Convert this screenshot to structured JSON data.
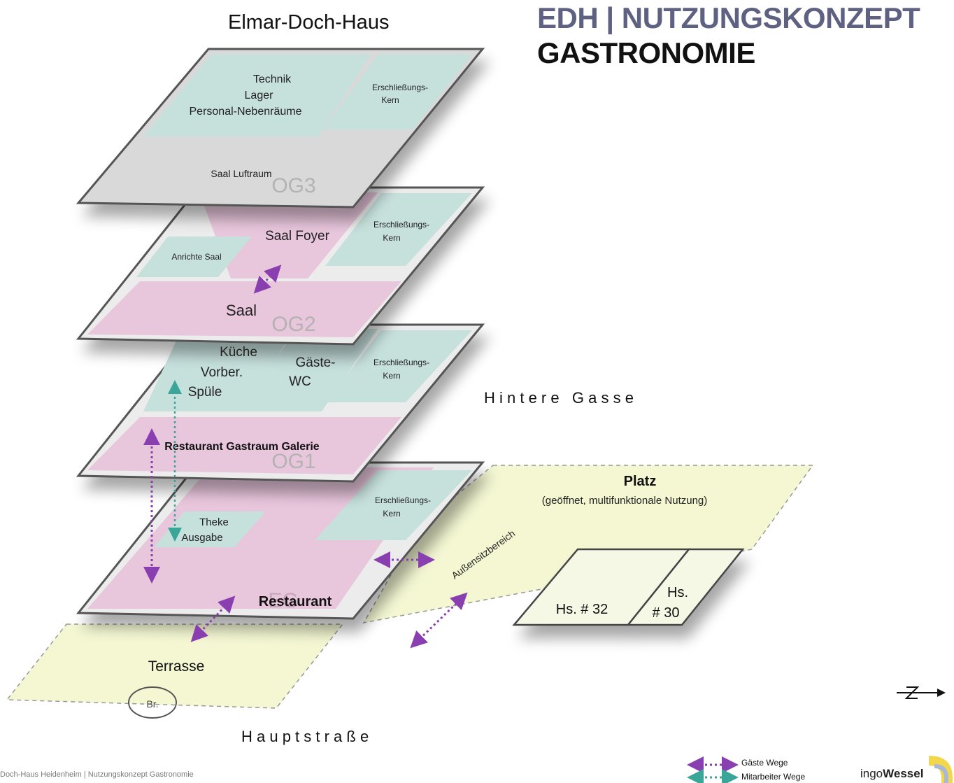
{
  "header": {
    "title_line1": "EDH | NUTZUNGSKONZEPT",
    "title_line2": "GASTRONOMIE"
  },
  "building_title": "Elmar-Doch-Haus",
  "floors": {
    "og3": {
      "label": "OG3",
      "technik": [
        "Technik",
        "Lager",
        "Personal-Nebenräume"
      ],
      "core": [
        "Erschließungs-",
        "Kern"
      ],
      "luftraum": "Saal Luftraum"
    },
    "og2": {
      "label": "OG2",
      "foyer": "Saal Foyer",
      "anrichte": "Anrichte Saal",
      "core": [
        "Erschließungs-",
        "Kern"
      ],
      "saal": "Saal"
    },
    "og1": {
      "label": "OG1",
      "kitchen": [
        "Küche",
        "Vorber.",
        "Spüle"
      ],
      "wc": [
        "Gäste-",
        "WC"
      ],
      "core": [
        "Erschließungs-",
        "Kern"
      ],
      "galerie": "Restaurant Gastraum Galerie"
    },
    "eg": {
      "label": "EG",
      "theke": [
        "Theke",
        "Ausgabe"
      ],
      "core": [
        "Erschließungs-",
        "Kern"
      ],
      "restaurant": "Restaurant"
    }
  },
  "site": {
    "platz_title": "Platz",
    "platz_sub": "(geöffnet, multifunktionale Nutzung)",
    "aussen": "Außensitzbereich",
    "hs32": "Hs. # 32",
    "hs30": [
      "Hs.",
      "# 30"
    ],
    "terrasse": "Terrasse",
    "brunnen": "Br.",
    "hintere_gasse": "H i n t e r e   G a s s e",
    "hauptstrasse": "H a u p t s t r a ß e"
  },
  "legend": {
    "guest": "Gäste Wege",
    "staff": "Mitarbeiter Wege"
  },
  "footer": "Doch-Haus Heidenheim | Nutzungskonzept Gastronomie",
  "logo": {
    "light": "ingo",
    "bold": "Wessel"
  },
  "colors": {
    "teal": "#c6e0dc",
    "pink": "#e8c6dc",
    "grey": "#d9d9d9",
    "yellow": "#f4f7d2",
    "guest_arrow": "#8a3fb0",
    "staff_arrow": "#3aa69a"
  }
}
